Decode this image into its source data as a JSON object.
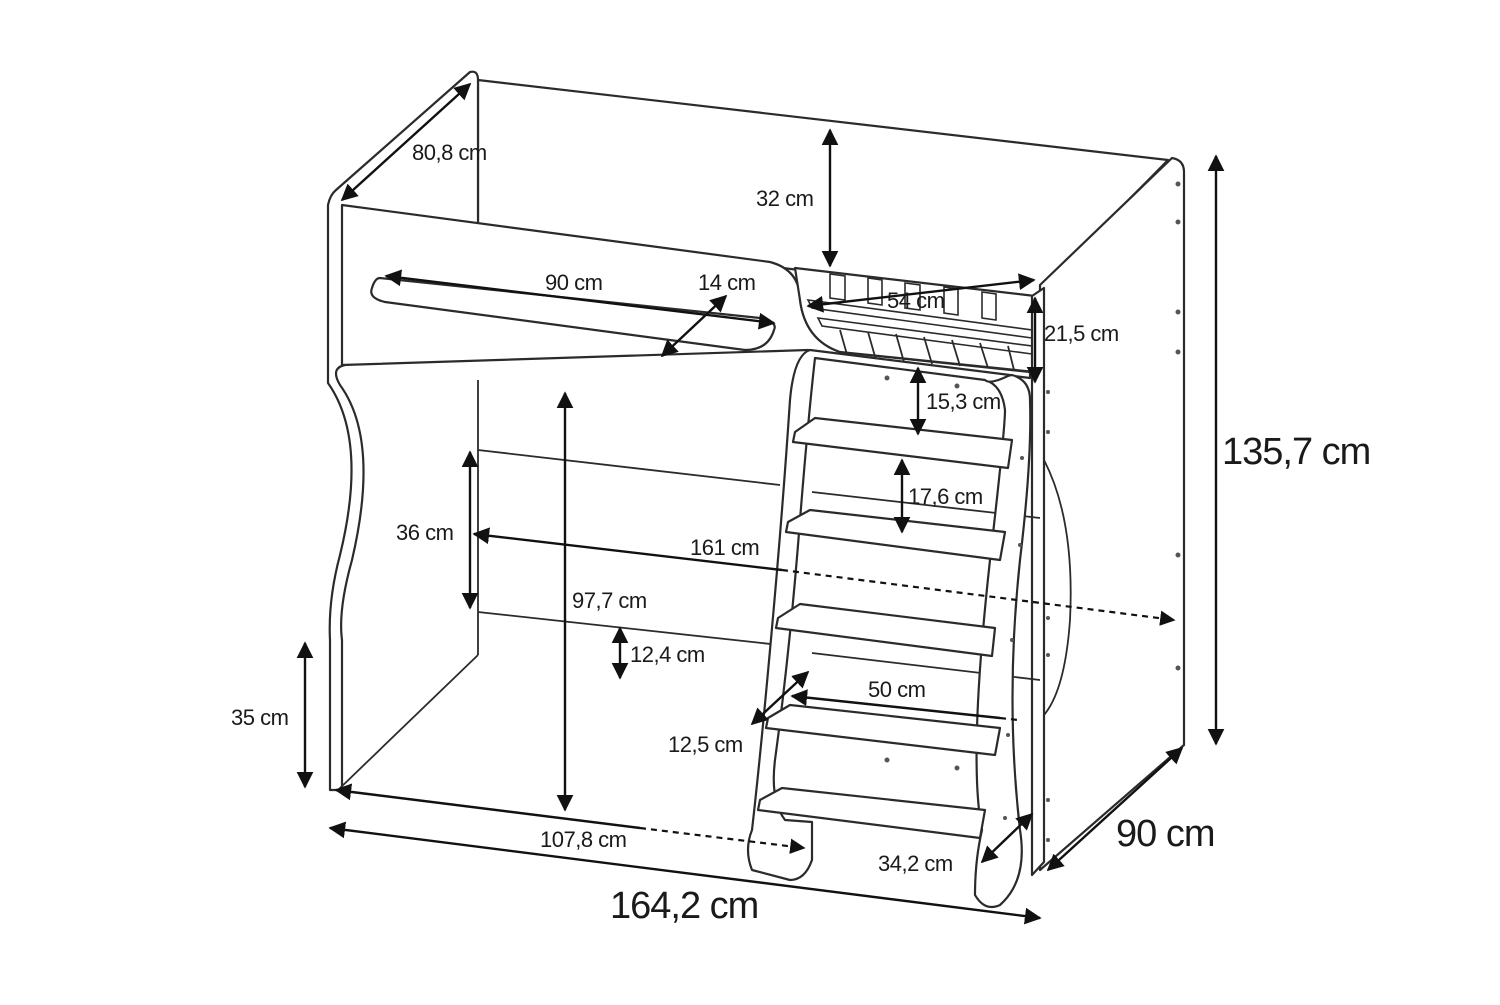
{
  "diagram": {
    "colors": {
      "line": "#2b2b2b",
      "dimension": "#111111",
      "background": "#ffffff"
    },
    "dimensions": {
      "d1": "80,8 cm",
      "d2": "32 cm",
      "d3": "90 cm",
      "d4": "14 cm",
      "d5": "54 cm",
      "d6": "21,5 cm",
      "d7": "15,3 cm",
      "d8": "17,6 cm",
      "d9": "36 cm",
      "d10": "161 cm",
      "d11": "97,7 cm",
      "d12": "12,4 cm",
      "d13": "50 cm",
      "d14": "12,5 cm",
      "d15": "35 cm",
      "d16": "107,8 cm",
      "d17": "34,2 cm",
      "d18": "135,7 cm",
      "d19": "90 cm",
      "d20": "164,2 cm"
    }
  }
}
